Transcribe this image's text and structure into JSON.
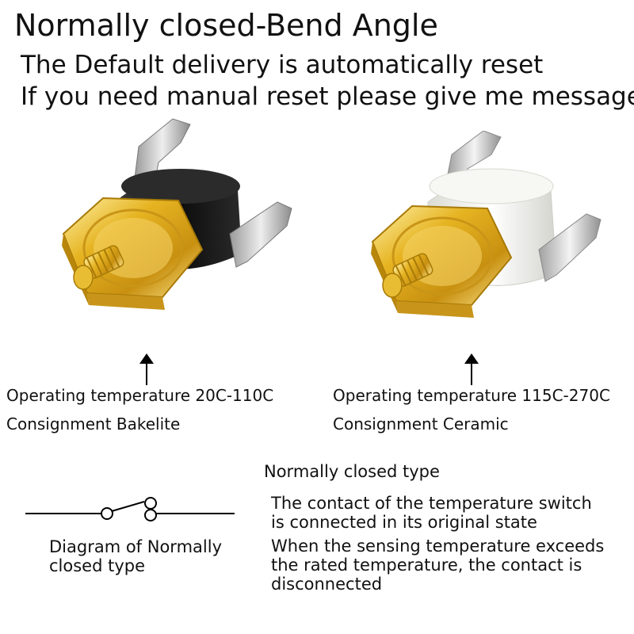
{
  "header": {
    "title": "Normally closed-Bend Angle",
    "line1": "The Default delivery is automatically reset",
    "line2": "If you need manual reset please give me message"
  },
  "products": [
    {
      "icon": "bakelite-thermostat-icon",
      "body_color": "#141414",
      "temperature": "Operating temperature 20C-110C",
      "material": "Consignment Bakelite"
    },
    {
      "icon": "ceramic-thermostat-icon",
      "body_color": "#f2f2ee",
      "temperature": "Operating temperature 115C-270C",
      "material": "Consignment Ceramic"
    }
  ],
  "diagram": {
    "icon": "normally-closed-switch-icon",
    "label_line1": "Diagram of Normally",
    "label_line2": "closed type"
  },
  "description": {
    "heading": "Normally closed type",
    "lines": [
      "The contact of the temperature switch",
      "is connected in its original state",
      "When the sensing temperature exceeds",
      "the rated temperature, the contact is",
      "disconnected"
    ]
  },
  "colors": {
    "brass": "#e0b020",
    "brass_dark": "#a87a08",
    "terminal": "#c8c8c8"
  }
}
